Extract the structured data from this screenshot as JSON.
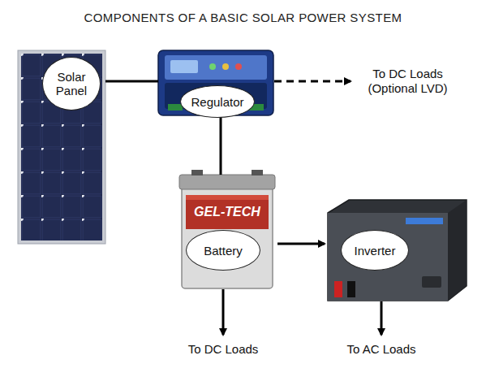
{
  "diagram": {
    "title": "COMPONENTS OF A BASIC SOLAR POWER SYSTEM",
    "nodes": [
      {
        "text": [
          "Solar Panel"
        ]
      },
      {
        "text": [
          "Regulator"
        ]
      },
      {
        "text": [
          "Battery"
        ]
      },
      {
        "text": [
          "Inverter"
        ]
      }
    ],
    "edges": [
      {
        "from": 0,
        "to": 1,
        "arrow": "none"
      },
      {
        "from": 1,
        "to": 2,
        "arrow": "none"
      },
      {
        "from": 2,
        "to": 3,
        "arrow": "to"
      }
    ],
    "labels": [
      "To DC Loads (Optional LVD)",
      "To DC Loads",
      "To AC Loads",
      "GEL-TECH"
    ]
  }
}
